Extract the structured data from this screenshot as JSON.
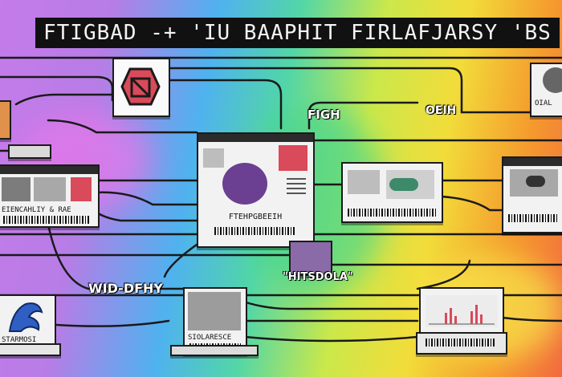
{
  "title": "FTIGBAD -+ 'IU BAAPHIT FIRLAFJARSY 'BS",
  "labels": {
    "middle_top": "FIGH",
    "right_top": "OEIH",
    "bottom_left": "WID-DFHY",
    "bottom_center": "\"HITSDOLA\""
  },
  "cards": {
    "left_card_caption": "EIENCAHLIY & RAE",
    "center_card_caption": "FTEHPGBEEIH",
    "bottom_left_card_caption": "STARMOSI",
    "bottom_mid_card_caption": "SIOLARESCE",
    "top_right_card_caption": "OIAL"
  },
  "colors": {
    "gradient_left": "#c57bea",
    "gradient_mid": "#52d6a7",
    "gradient_right": "#f26a3f",
    "card_bg": "#f2f2f2",
    "wire": "#1a1a1a",
    "accent_red": "#d94a5a",
    "accent_purple": "#6b3f91"
  },
  "icons": {
    "hex_logo": "hex-logo-icon",
    "red_bars": "bar-chart-icon",
    "blue_shape": "blue-emblem-icon"
  }
}
